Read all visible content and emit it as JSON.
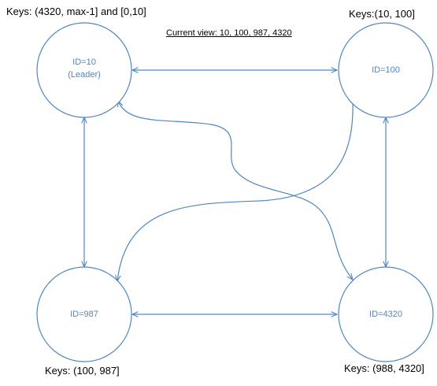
{
  "colors": {
    "accent": "#4f86c0",
    "text": "#000000",
    "background": "#ffffff"
  },
  "current_view": "Current view: 10, 100, 987, 4320",
  "nodes": [
    {
      "id": "node-10",
      "label_line1": "ID=10",
      "label_line2": "(Leader)",
      "keys": "Keys: (4320, max-1] and [0,10]"
    },
    {
      "id": "node-100",
      "label_line1": "ID=100",
      "label_line2": "",
      "keys": "Keys:(10, 100]"
    },
    {
      "id": "node-987",
      "label_line1": "ID=987",
      "label_line2": "",
      "keys": "Keys: (100, 987]"
    },
    {
      "id": "node-4320",
      "label_line1": "ID=4320",
      "label_line2": "",
      "keys": "Keys: (988, 4320]"
    }
  ],
  "edges": [
    {
      "from": "ID=10",
      "to": "ID=100",
      "direction": "both"
    },
    {
      "from": "ID=10",
      "to": "ID=987",
      "direction": "both"
    },
    {
      "from": "ID=100",
      "to": "ID=4320",
      "direction": "both"
    },
    {
      "from": "ID=987",
      "to": "ID=4320",
      "direction": "both"
    },
    {
      "from": "ID=10",
      "to": "ID=4320",
      "direction": "both"
    },
    {
      "from": "ID=100",
      "to": "ID=987",
      "direction": "one-way"
    }
  ]
}
